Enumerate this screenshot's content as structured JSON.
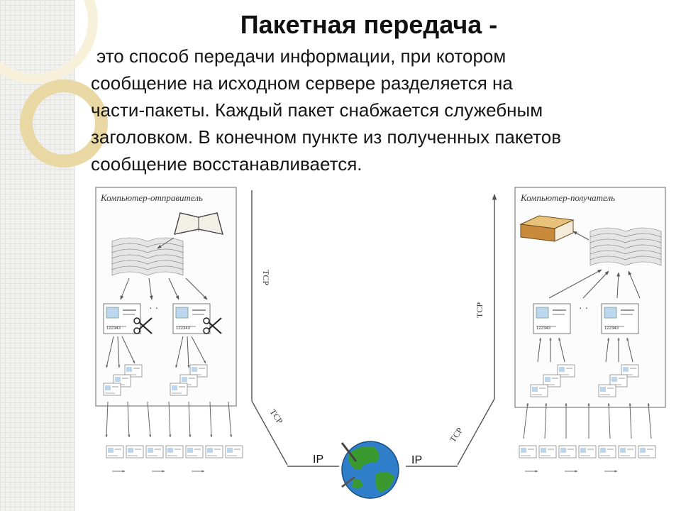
{
  "title": "Пакетная передача -",
  "description_lines": [
    "это способ передачи информации, при котором",
    "сообщение на исходном сервере разделяется на",
    "части-пакеты. Каждый пакет снабжается служебным",
    "заголовком. В конечном пункте из полученных пакетов",
    "сообщение восстанавливается."
  ],
  "diagram": {
    "sender_label": "Компьютер-отправитель",
    "receiver_label": "Компьютер-получатель",
    "packet_number": "122343",
    "tcp_label": "TCP",
    "ip_label": "IP"
  },
  "colors": {
    "accent_ring": "#e9d8a4",
    "background_strip": "#f1f1ef",
    "globe_ocean": "#2f7ec9",
    "globe_land": "#3a9a2f",
    "book_cover": "#c98a3c"
  }
}
